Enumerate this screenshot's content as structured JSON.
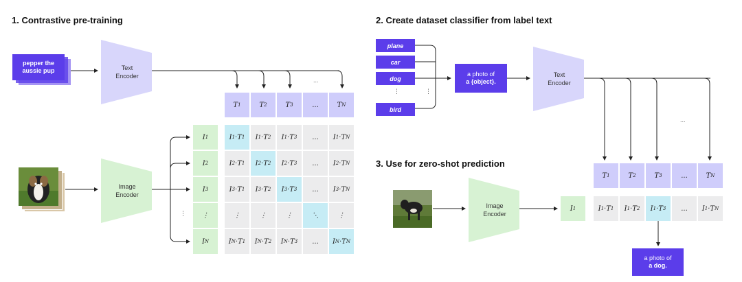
{
  "section1": {
    "title": "1. Contrastive pre-training"
  },
  "section2": {
    "title": "2. Create dataset classifier from label text"
  },
  "section3": {
    "title": "3. Use for zero-shot prediction"
  },
  "text_input": {
    "line1": "pepper the",
    "line2": "aussie pup"
  },
  "encoders": {
    "text1": [
      "Text",
      "Encoder"
    ],
    "image1": [
      "Image",
      "Encoder"
    ],
    "text2": [
      "Text",
      "Encoder"
    ],
    "image2": [
      "Image",
      "Encoder"
    ]
  },
  "labels": [
    "plane",
    "car",
    "dog",
    "bird"
  ],
  "template": {
    "line1": "a photo of",
    "line2": "a {object}."
  },
  "result": {
    "line1": "a photo of",
    "line2": "a dog."
  },
  "matrix": {
    "T_headers": [
      "T1",
      "T2",
      "T3",
      "...",
      "TN"
    ],
    "I_headers": [
      "I1",
      "I2",
      "I3",
      "⋮",
      "IN"
    ],
    "rows": [
      [
        "I1·T1",
        "I1·T2",
        "I1·T3",
        "...",
        "I1·TN"
      ],
      [
        "I2·T1",
        "I2·T2",
        "I2·T3",
        "...",
        "I2·TN"
      ],
      [
        "I3·T1",
        "I3·T2",
        "I3·T3",
        "...",
        "I3·TN"
      ],
      [
        "⋮",
        "⋮",
        "⋮",
        "⋱",
        "⋮"
      ],
      [
        "IN·T1",
        "IN·T2",
        "IN·T3",
        "...",
        "IN·TN"
      ]
    ]
  },
  "zeroshot": {
    "T_headers": [
      "T1",
      "T2",
      "T3",
      "...",
      "TN"
    ],
    "I_header": "I1",
    "row": [
      "I1·T1",
      "I1·T2",
      "I1·T3",
      "...",
      "I1·TN"
    ]
  },
  "ellipsis": "...",
  "vdots": "⋮",
  "colors": {
    "purple": "#5b3dea",
    "lavender": "#cfcdfb",
    "green": "#d7f2d3",
    "blue": "#c6ecf5",
    "gray": "#ececed"
  }
}
